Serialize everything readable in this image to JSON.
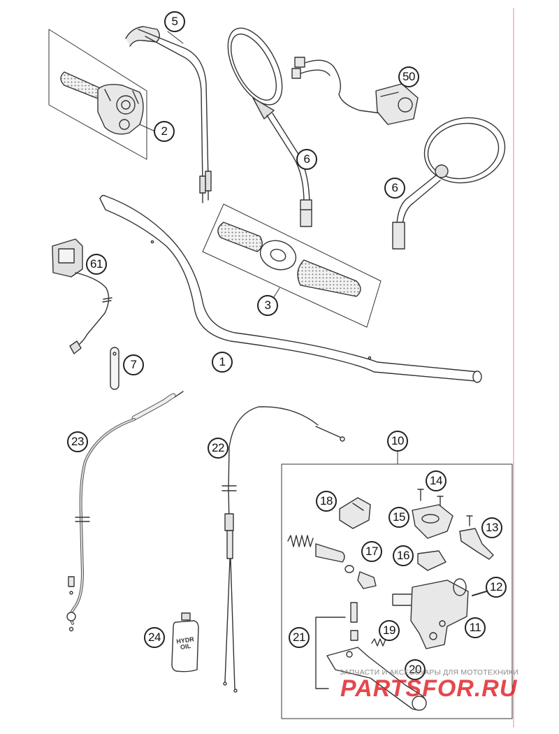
{
  "labels": {
    "l1": "1",
    "l2": "2",
    "l3": "3",
    "l5": "5",
    "l6a": "6",
    "l6b": "6",
    "l7": "7",
    "l10": "10",
    "l11": "11",
    "l12": "12",
    "l13": "13",
    "l14": "14",
    "l15": "15",
    "l16": "16",
    "l17": "17",
    "l18": "18",
    "l19": "19",
    "l20": "20",
    "l21": "21",
    "l22": "22",
    "l23": "23",
    "l24": "24",
    "l50": "50",
    "l61": "61"
  },
  "oil_bottle": {
    "line1": "HYDR",
    "line2": "OIL"
  },
  "watermark": {
    "tagline": "ЗАПЧАСТИ И АКСЕССУАРЫ ДЛЯ МОТОТЕХНИКИ",
    "brand": "PARTSFOR.RU",
    "color": "#e11f26"
  },
  "colors": {
    "line": "#333333",
    "margin_rule": "#e88a8a"
  }
}
